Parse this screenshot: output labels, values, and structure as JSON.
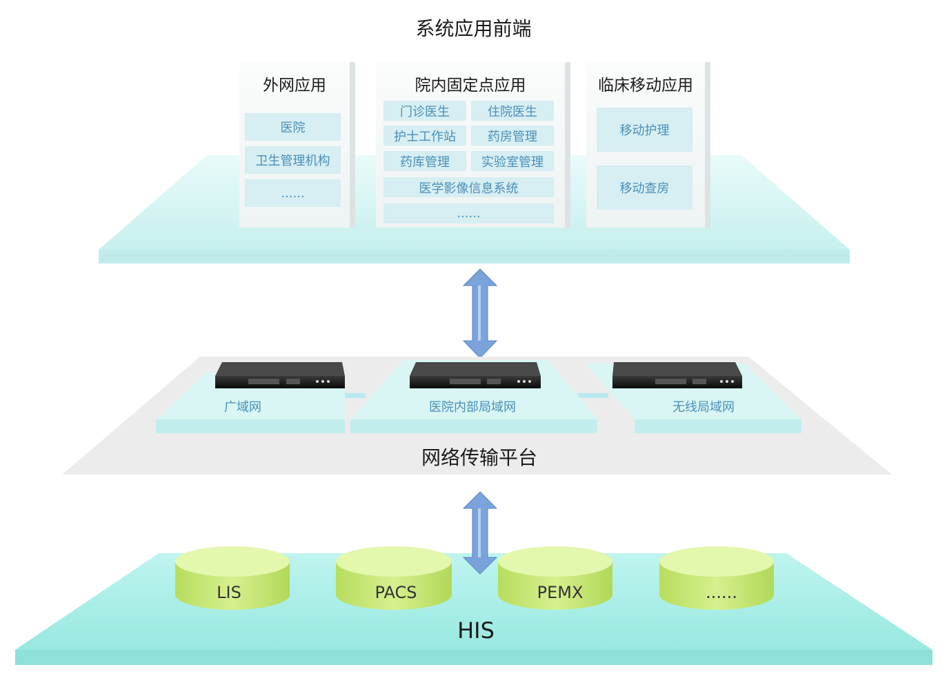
{
  "frontend": {
    "title": "系统应用前端",
    "external": {
      "title": "外网应用",
      "items": [
        "医院",
        "卫生管理机构",
        "......"
      ]
    },
    "internal": {
      "title": "院内固定点应用",
      "items": [
        "门诊医生",
        "住院医生",
        "护士工作站",
        "药房管理",
        "药库管理",
        "实验室管理",
        "医学影像信息系统",
        "......"
      ]
    },
    "mobile": {
      "title": "临床移动应用",
      "items": [
        "移动护理",
        "移动查房"
      ]
    }
  },
  "network": {
    "title": "网络传输平台",
    "nodes": [
      "广域网",
      "医院内部局域网",
      "无线局域网"
    ]
  },
  "backend": {
    "title": "HIS",
    "databases": [
      "LIS",
      "PACS",
      "PEMX",
      "......"
    ]
  },
  "colors": {
    "top_platform": "#d7f5f4",
    "network_platform": "#ececec",
    "network_tile": "#d9f6f5",
    "his_platform": "#a9efe9",
    "database": "#c9ec7a",
    "arrow": "#7aa3db",
    "pill": "#d7eef2",
    "pill_text": "#4a8fb8"
  }
}
